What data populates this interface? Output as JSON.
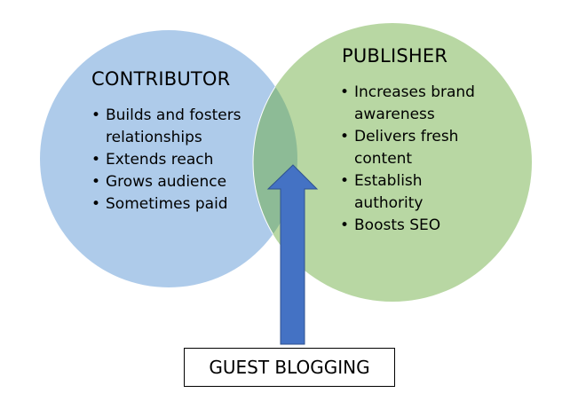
{
  "colors": {
    "contributor": "#AECBEA",
    "publisher": "#B8D7A3",
    "overlap": "#8DBB96",
    "arrow": "#4472C4",
    "arrow_border": "#2F528F"
  },
  "contributor": {
    "title": "CONTRIBUTOR",
    "items": [
      "Builds and fosters relationships",
      "Extends reach",
      "Grows audience",
      "Sometimes paid"
    ]
  },
  "publisher": {
    "title": "PUBLISHER",
    "items": [
      "Increases brand awareness",
      "Delivers fresh content",
      "Establish authority",
      "Boosts SEO"
    ]
  },
  "center_label": "GUEST BLOGGING"
}
